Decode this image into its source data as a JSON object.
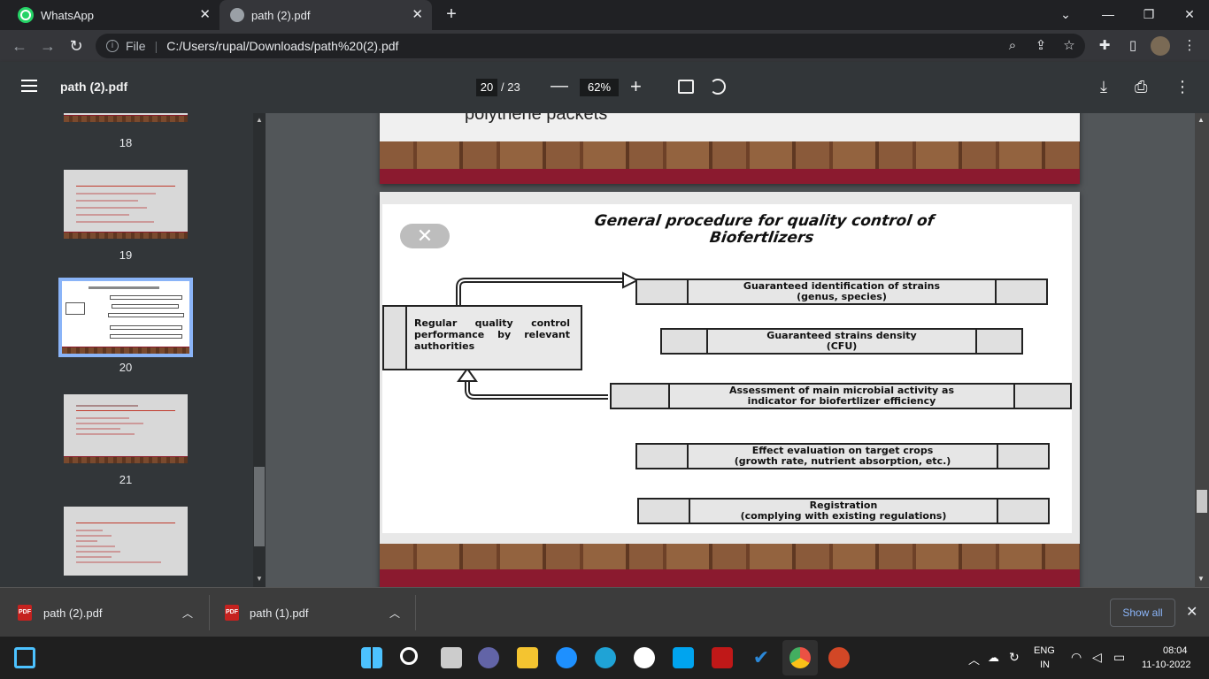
{
  "browser": {
    "tabs": [
      {
        "title": "WhatsApp"
      },
      {
        "title": "path (2).pdf"
      }
    ],
    "url": "C:/Users/rupal/Downloads/path%20(2).pdf",
    "url_scheme_label": "File"
  },
  "pdf": {
    "title": "path (2).pdf",
    "current_page": "20",
    "total_pages": "/ 23",
    "zoom": "62%"
  },
  "sidebar": {
    "thumbnails": [
      {
        "label": "18"
      },
      {
        "label": "19"
      },
      {
        "label": "20"
      },
      {
        "label": "21"
      }
    ]
  },
  "viewer": {
    "prev_page_text": "polythene packets",
    "slide": {
      "title_line1": "General procedure for quality control of",
      "title_line2": "Biofertlizers",
      "left_box": "Regular quality control performance by relevant authorities",
      "boxes": [
        {
          "line1": "Guaranteed identification of strains",
          "line2": "(genus, species)"
        },
        {
          "line1": "Guaranteed strains density",
          "line2": "(CFU)"
        },
        {
          "line1": "Assessment of main microbial activity as",
          "line2": "indicator for biofertlizer efficiency"
        },
        {
          "line1": "Effect evaluation on target crops",
          "line2": "(growth rate, nutrient absorption, etc.)"
        },
        {
          "line1": "Registration",
          "line2": "(complying with existing regulations)"
        }
      ]
    }
  },
  "downloads": {
    "items": [
      {
        "name": "path (2).pdf"
      },
      {
        "name": "path (1).pdf"
      }
    ],
    "show_all": "Show all"
  },
  "taskbar": {
    "lang1": "ENG",
    "lang2": "IN",
    "time": "08:04",
    "date": "11-10-2022"
  }
}
